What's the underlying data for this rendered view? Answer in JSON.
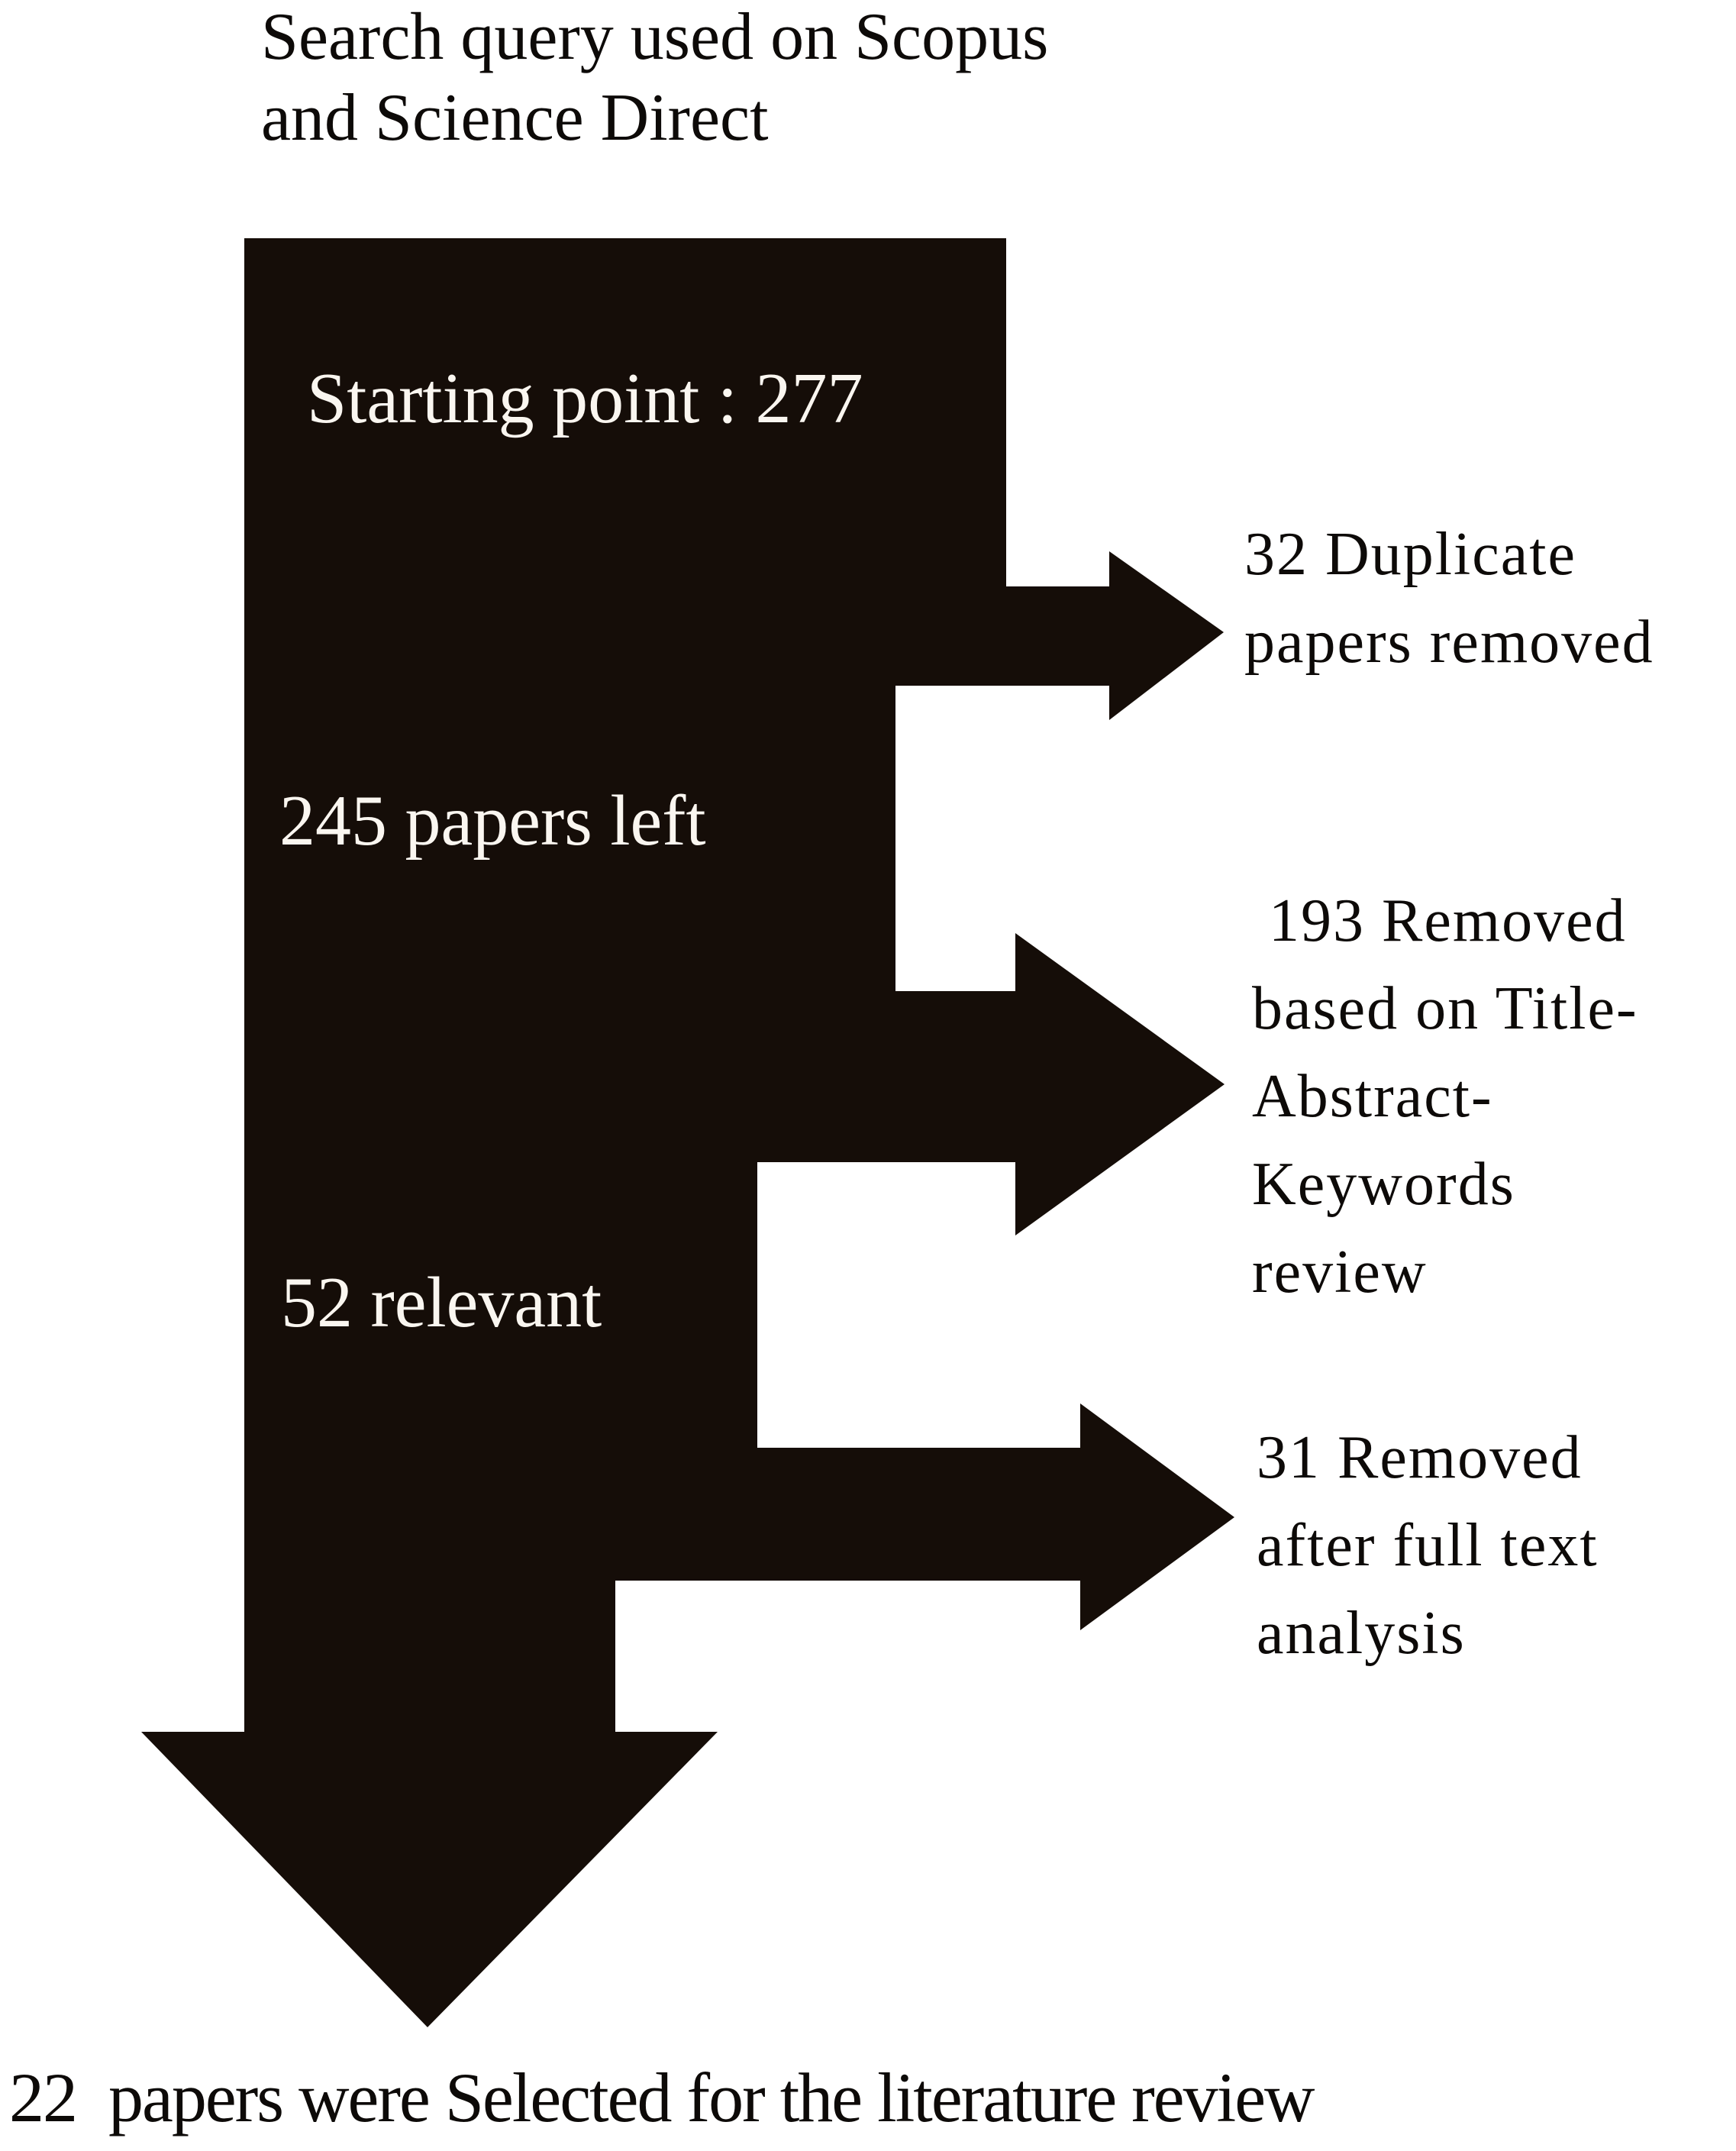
{
  "colors": {
    "background": "#ffffff",
    "arrow_fill": "#150d08",
    "label_text": "#0d0a08",
    "stage_text": "#faf6f0"
  },
  "diagram": {
    "title": "Search query used on Scopus\nand Science Direct",
    "stages": [
      {
        "text": "Starting point : 277"
      },
      {
        "text": "245 papers left"
      },
      {
        "text": "52 relevant"
      }
    ],
    "branches": [
      {
        "text": "32 Duplicate\npapers removed"
      },
      {
        "text": " 193 Removed\nbased on Title-\nAbstract-\nKeywords\nreview"
      },
      {
        "text": "31 Removed\nafter full text\nanalysis"
      }
    ],
    "footer": "22  papers were Selected for the literature review"
  }
}
